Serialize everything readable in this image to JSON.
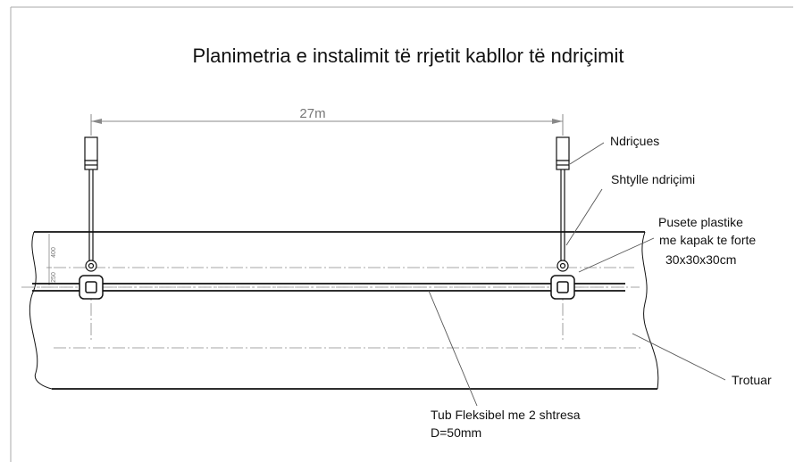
{
  "title": "Planimetria e instalimit të rrjetit kabllor të ndriçimit",
  "spacing_label": "27m",
  "dim_400": "400",
  "dim_250": "250",
  "labels": {
    "luminaire": "Ndriçues",
    "pole": "Shtylle ndriçimi",
    "pit_line1": "Pusete plastike",
    "pit_line2": "me kapak te forte",
    "pit_line3": "30x30x30cm",
    "sidewalk": "Trotuar",
    "pipe_line1": "Tub Fleksibel me 2 shtresa",
    "pipe_line2": "D=50mm"
  },
  "colors": {
    "line": "#111111",
    "dim": "#888888",
    "border": "#aaaaaa"
  }
}
